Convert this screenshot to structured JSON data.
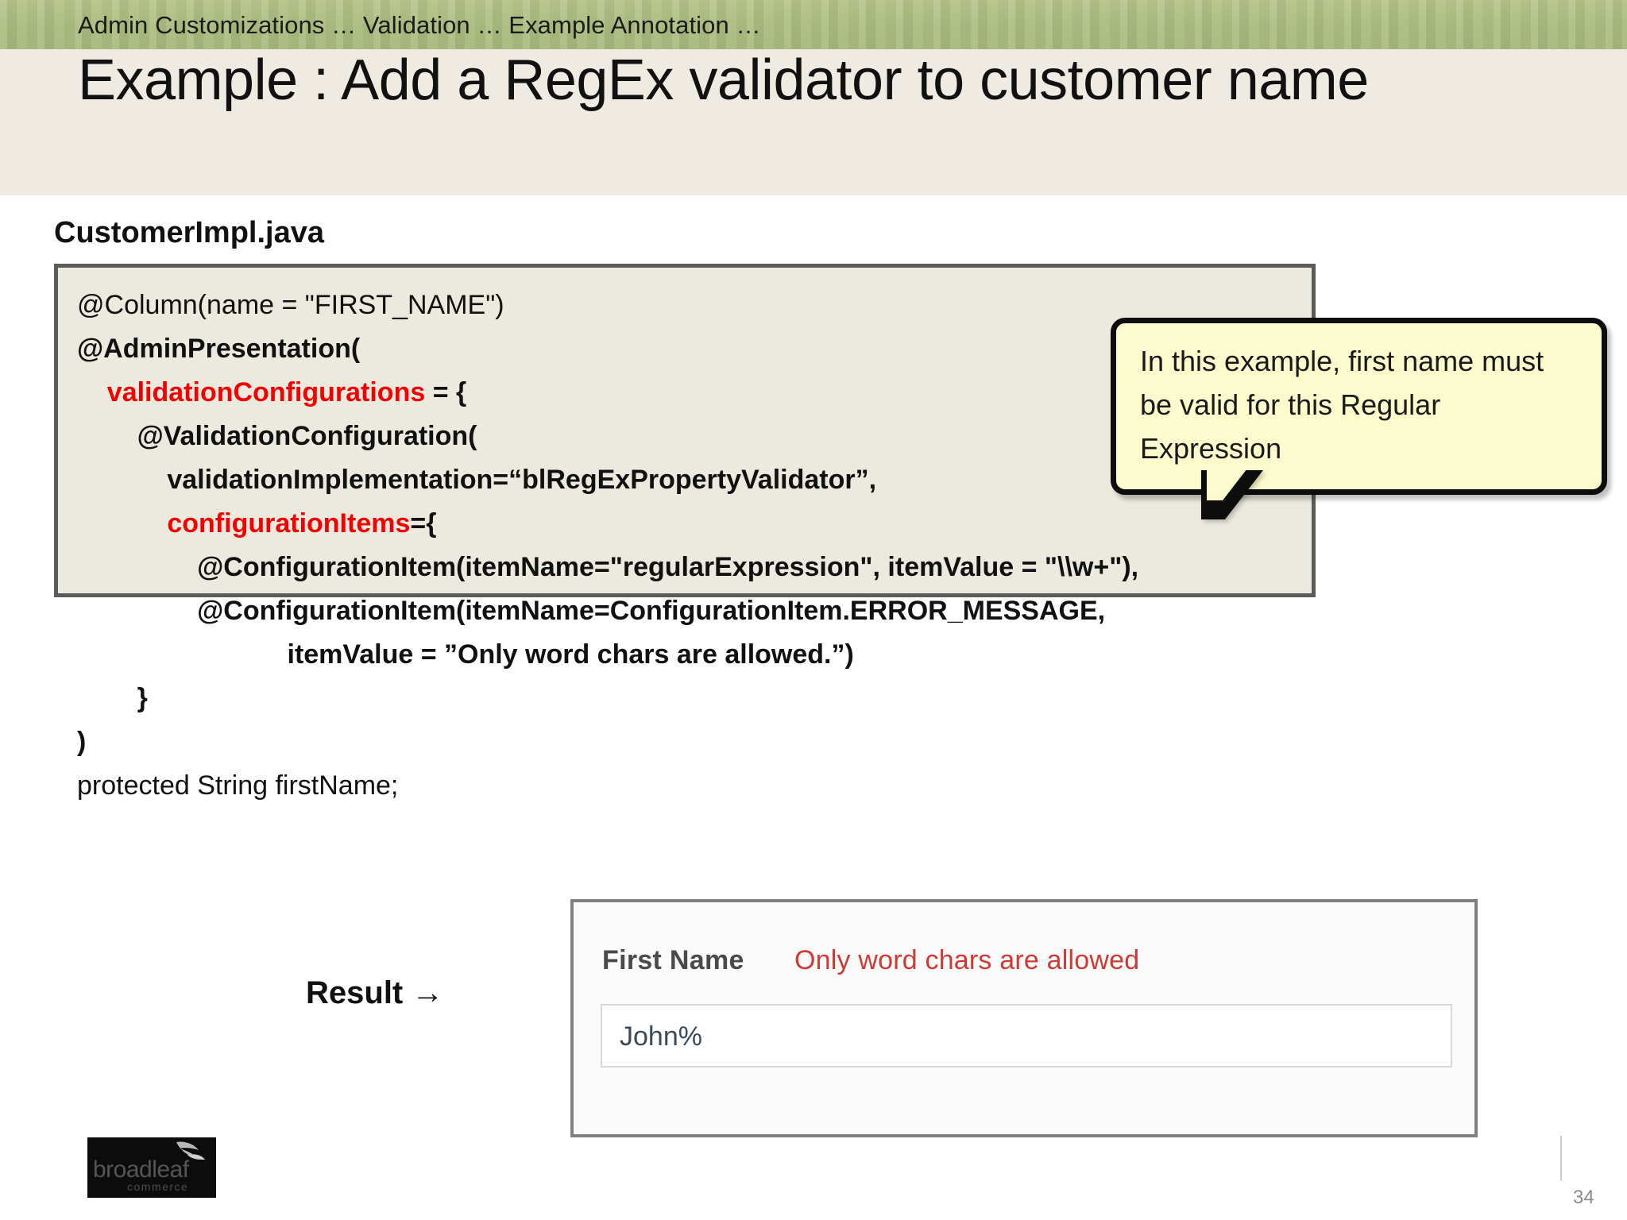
{
  "breadcrumb": {
    "text": "Admin Customizations … Validation … Example Annotation …"
  },
  "title": {
    "text": "Example : Add a RegEx validator to customer name"
  },
  "file_label": "CustomerImpl.java",
  "code": {
    "lines": [
      {
        "indent": 0,
        "bold": false,
        "segments": [
          {
            "text": "@Column(name = \"FIRST_NAME\")",
            "color": "black"
          }
        ]
      },
      {
        "indent": 0,
        "bold": true,
        "segments": [
          {
            "text": "@AdminPresentation(",
            "color": "black"
          }
        ]
      },
      {
        "indent": 1,
        "bold": true,
        "segments": [
          {
            "text": "validationConfigurations",
            "color": "red"
          },
          {
            "text": " = {",
            "color": "black"
          }
        ]
      },
      {
        "indent": 2,
        "bold": true,
        "segments": [
          {
            "text": "@ValidationConfiguration(",
            "color": "black"
          }
        ]
      },
      {
        "indent": 3,
        "bold": true,
        "segments": [
          {
            "text": "validationImplementation=“blRegExPropertyValidator”,",
            "color": "black"
          }
        ]
      },
      {
        "indent": 3,
        "bold": true,
        "segments": [
          {
            "text": "configurationItems",
            "color": "red"
          },
          {
            "text": "={",
            "color": "black"
          }
        ]
      },
      {
        "indent": 4,
        "bold": true,
        "segments": [
          {
            "text": "@ConfigurationItem(itemName=\"regularExpression\", itemValue = \"\\\\w+\"),",
            "color": "black"
          }
        ]
      },
      {
        "indent": 4,
        "bold": true,
        "segments": [
          {
            "text": "@ConfigurationItem(itemName=ConfigurationItem.ERROR_MESSAGE,",
            "color": "black"
          }
        ]
      },
      {
        "indent": 7,
        "bold": true,
        "segments": [
          {
            "text": "itemValue = ”Only word chars are allowed.”)",
            "color": "black"
          }
        ]
      },
      {
        "indent": 2,
        "bold": true,
        "segments": [
          {
            "text": "}",
            "color": "black"
          }
        ]
      },
      {
        "indent": 0,
        "bold": true,
        "segments": [
          {
            "text": ")",
            "color": "black"
          }
        ]
      },
      {
        "indent": 0,
        "bold": false,
        "segments": [
          {
            "text": "protected String firstName;",
            "color": "black"
          }
        ]
      }
    ]
  },
  "callout": {
    "text": "In this example, first name must be valid for this Regular Expression"
  },
  "result": {
    "label": "Result →"
  },
  "form": {
    "field_label": "First Name",
    "error_message": "Only word chars are allowed",
    "input_value": "John%"
  },
  "footer": {
    "logo_word": "broadleaf",
    "logo_sub": "commerce",
    "page_number": "34"
  },
  "colors": {
    "band_green": "#aabb7e",
    "title_bg": "#efebe3",
    "code_bg": "#eceade",
    "code_border": "#5b5b5b",
    "keyword_red": "#f50000",
    "callout_bg": "#fcfbcd",
    "error_red": "#d03a35"
  }
}
